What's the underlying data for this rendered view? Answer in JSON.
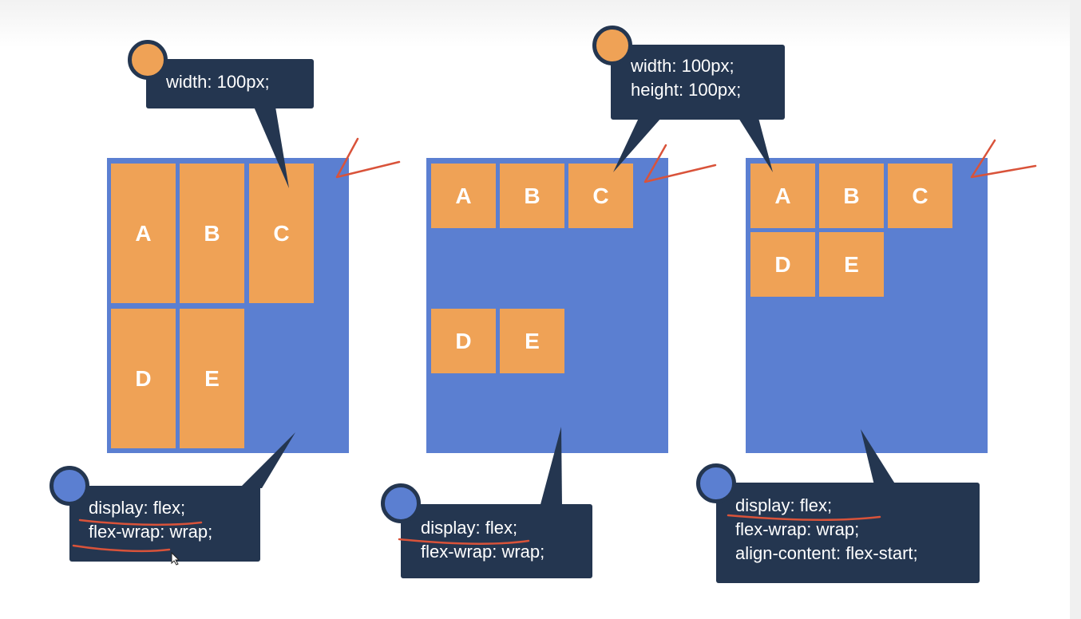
{
  "diagrams": [
    {
      "boxes": [
        "A",
        "B",
        "C",
        "D",
        "E"
      ],
      "top_callout": {
        "lines": [
          "width: 100px;"
        ]
      },
      "bottom_callout": {
        "lines": [
          "display: flex;",
          "flex-wrap: wrap;"
        ]
      }
    },
    {
      "boxes": [
        "A",
        "B",
        "C",
        "D",
        "E"
      ],
      "top_callout": {
        "lines": [
          "width: 100px;",
          "height: 100px;"
        ]
      },
      "bottom_callout": {
        "lines": [
          "display: flex;",
          "flex-wrap: wrap;"
        ]
      }
    },
    {
      "boxes": [
        "A",
        "B",
        "C",
        "D",
        "E"
      ],
      "bottom_callout": {
        "lines": [
          "display: flex;",
          "flex-wrap: wrap;",
          "align-content: flex-start;"
        ]
      }
    }
  ],
  "colors": {
    "container": "#5b7fd1",
    "item": "#efa256",
    "callout_bg": "#243650",
    "dot_orange": "#efa256",
    "dot_blue": "#5b7fd1",
    "annotation": "#d9533a"
  }
}
